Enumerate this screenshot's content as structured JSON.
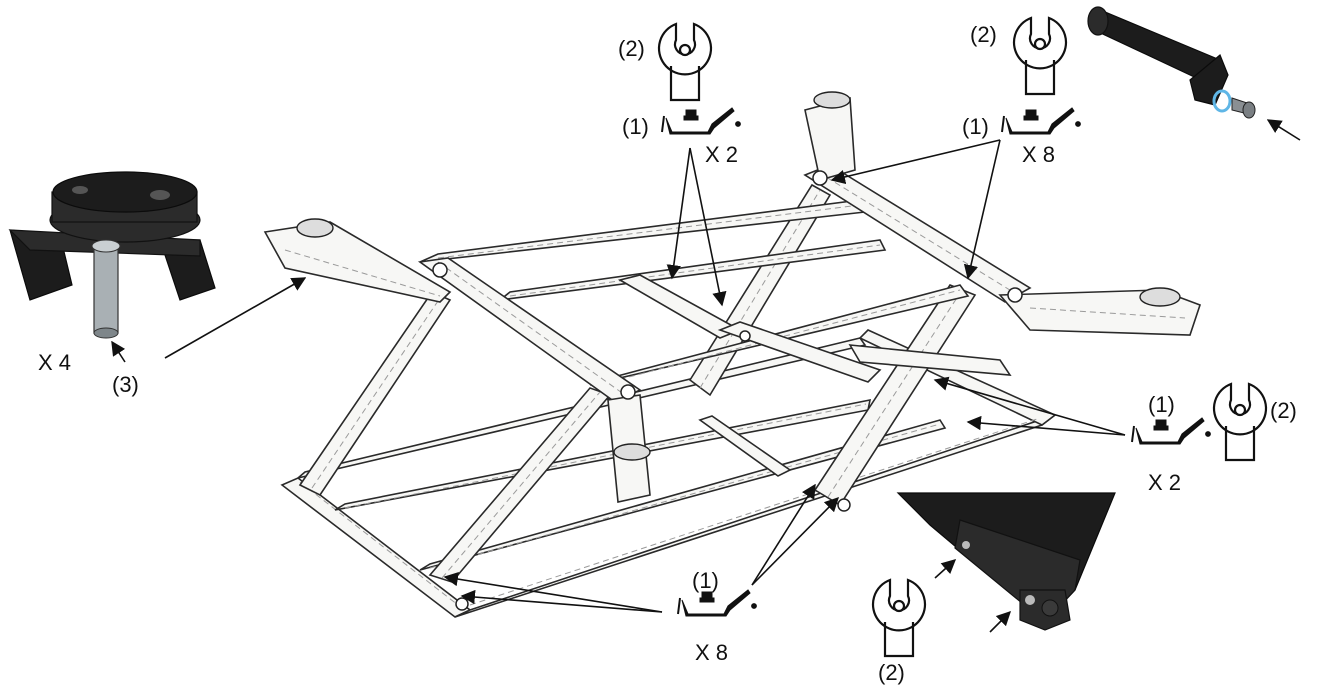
{
  "callouts": {
    "top_center_wrench": "(2)",
    "top_center_oil": "(1)",
    "top_center_qty": "X 2",
    "top_right_wrench": "(2)",
    "top_right_oil": "(1)",
    "top_right_qty": "X 8",
    "pad_qty": "X 4",
    "pad_ref": "(3)",
    "right_oil": "(1)",
    "right_wrench": "(2)",
    "right_qty": "X 2",
    "bottom_oil": "(1)",
    "bottom_qty": "X 8",
    "bottom_wrench": "(2)"
  },
  "colors": {
    "line": "#111111",
    "frame_fill": "#f7f7f5",
    "dark_part": "#2b2b2b",
    "accent_ring": "#5fb6e6"
  },
  "icons": [
    "wrench-icon",
    "oil-can-icon",
    "arrow-icon"
  ]
}
